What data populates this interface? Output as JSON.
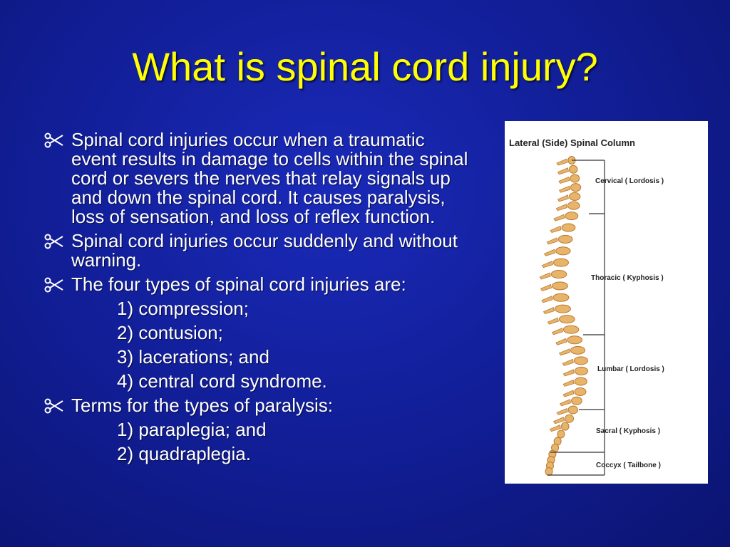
{
  "slide": {
    "title": "What is spinal cord injury?"
  },
  "bullets": [
    {
      "icon": "scissors-icon",
      "text": "Spinal cord injuries occur when a traumatic event results in damage to cells within the spinal cord or severs the nerves that relay signals up and down the spinal cord. It causes paralysis, loss of sensation, and loss of reflex function."
    },
    {
      "icon": "scissors-icon",
      "text": "Spinal cord injuries occur suddenly and without warning."
    },
    {
      "icon": "scissors-icon",
      "text": "The four types of spinal cord injuries are:",
      "items": [
        "1) compression;",
        "2) contusion;",
        "3) lacerations; and",
        "4) central cord syndrome."
      ]
    },
    {
      "icon": "scissors-icon",
      "text": "Terms for the types of paralysis:",
      "items": [
        "1) paraplegia; and",
        "2) quadraplegia."
      ]
    }
  ],
  "figure": {
    "title": "Lateral (Side) Spinal Column",
    "regions": [
      "Cervical ( Lordosis )",
      "Thoracic ( Kyphosis )",
      "Lumbar ( Lordosis )",
      "Sacral ( Kyphosis )",
      "Coccyx ( Tailbone )"
    ],
    "colors": {
      "bone": "#e8b46a",
      "bone_dark": "#b97a32",
      "line": "#333333"
    }
  }
}
